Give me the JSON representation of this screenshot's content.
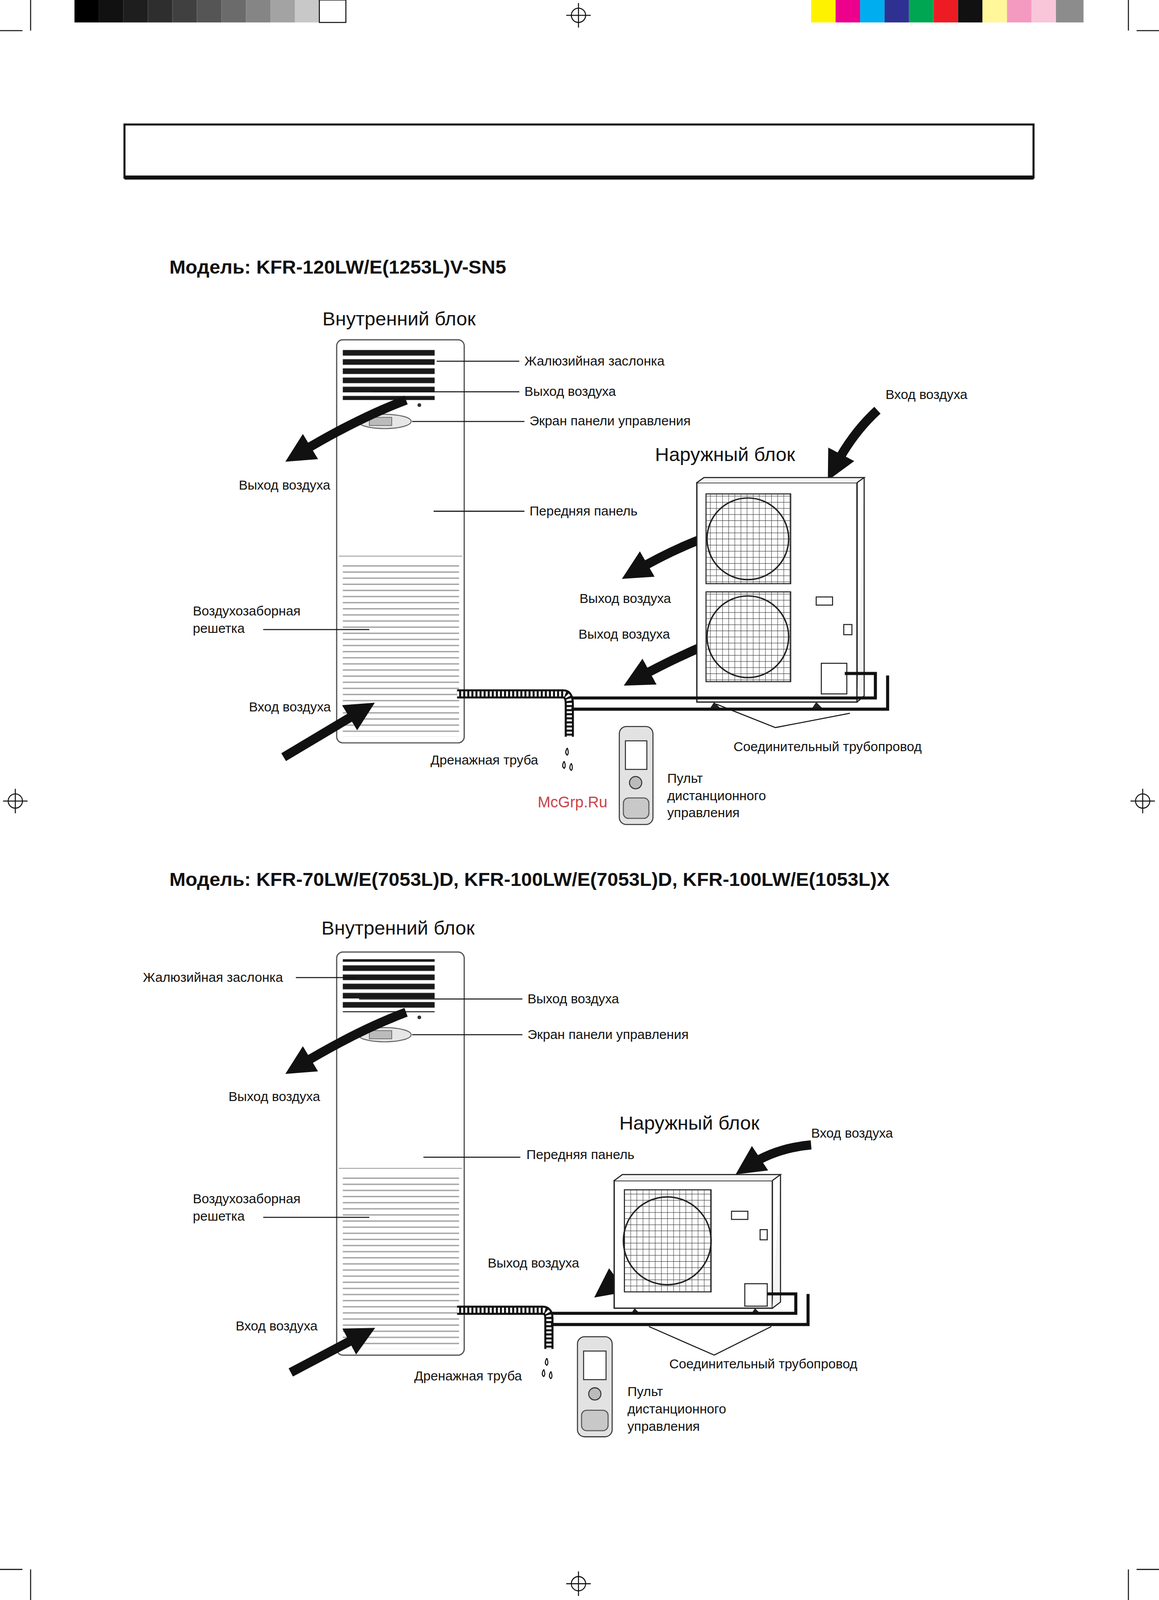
{
  "diagram": {
    "labels": [
      "Модель: KFR-120LW/E(1253L)V-SN5",
      "Внутренний блок",
      "Жалюзийная заслонка",
      "Выход воздуха",
      "Вход воздуха",
      "Экран панели управления",
      "Наружный блок",
      "Выход воздуха",
      "Передняя панель",
      "Выход воздуха",
      "Воздухозаборная решетка",
      "Выход воздуха",
      "Вход воздуха",
      "Соединительный трубопровод",
      "Дренажная труба",
      "Пульт дистанционного управления",
      "McGrp.Ru",
      "Модель: KFR-70LW/E(7053L)D, KFR-100LW/E(7053L)D, KFR-100LW/E(1053L)X",
      "Внутренний блок",
      "Жалюзийная заслонка",
      "Выход воздуха",
      "Экран панели управления",
      "Выход воздуха",
      "Наружный блок",
      "Вход воздуха",
      "Передняя панель",
      "Воздухозаборная решетка",
      "Выход воздуха",
      "Вход воздуха",
      "Соединительный трубопровод",
      "Дренажная труба",
      "Пульт дистанционного управления"
    ]
  }
}
